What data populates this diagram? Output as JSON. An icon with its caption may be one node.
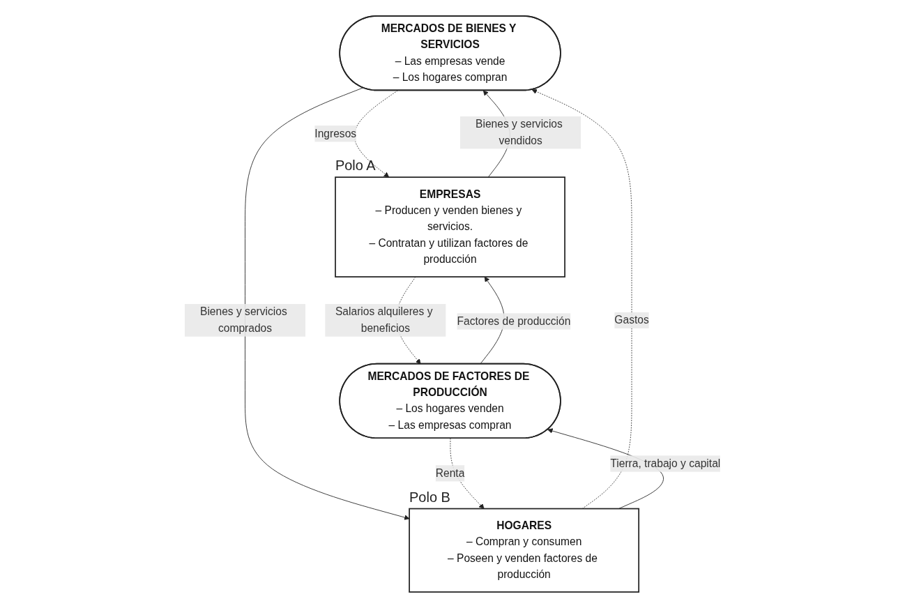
{
  "diagram": {
    "nodes": [
      {
        "text": [
          "MERCADOS DE BIENES Y SERVICIOS",
          "– Las empresas vende",
          "– Los hogares compran"
        ]
      },
      {
        "text": [
          "EMPRESAS",
          "– Producen y venden bienes y servicios.",
          "– Contratan y utilizan factores de producción"
        ],
        "beside": [
          "Polo A"
        ]
      },
      {
        "text": [
          "HOGARES",
          "– Compran y consumen",
          "– Poseen y venden factores de producción"
        ],
        "beside": [
          "Polo B"
        ]
      },
      {
        "text": [
          "MERCADOS DE FACTORES DE PRODUCCIÓN",
          "– Los hogares venden",
          "– Las empresas compran"
        ]
      }
    ],
    "edges": [
      {
        "from": 0,
        "to": 1,
        "arrow": "to",
        "label": "Ingresos",
        "style": "dashed"
      },
      {
        "from": 1,
        "to": 0,
        "arrow": "to",
        "label": "Bienes y servicios vendidos"
      },
      {
        "from": 0,
        "to": 2,
        "arrow": "to",
        "label": "Bienes y servicios comprados"
      },
      {
        "from": 2,
        "to": 0,
        "arrow": "to",
        "label": "Gastos",
        "style": "dashed"
      },
      {
        "from": 2,
        "to": 3,
        "arrow": "to",
        "label": "Tierra, trabajo y capital"
      },
      {
        "from": 3,
        "to": 1,
        "arrow": "to",
        "label": "Factores de producción"
      },
      {
        "from": 1,
        "to": 3,
        "arrow": "to",
        "label": "Salarios alquileres y beneficios",
        "style": "dashed"
      },
      {
        "from": 3,
        "to": 2,
        "arrow": "to",
        "label": "Renta",
        "style": "dashed"
      }
    ]
  }
}
